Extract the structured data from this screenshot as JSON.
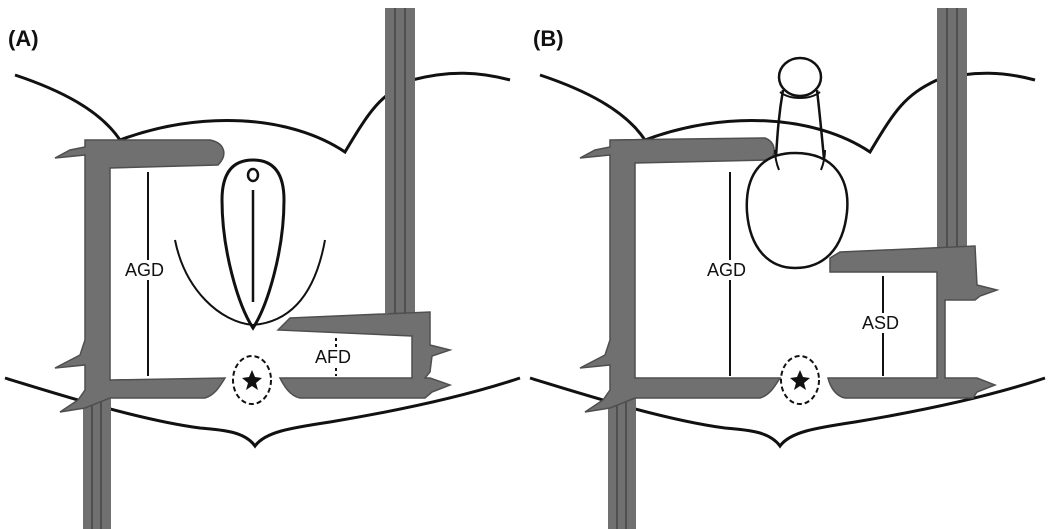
{
  "panels": [
    {
      "label": "(A)",
      "measures": [
        "AGD",
        "AFD"
      ],
      "subject": "female"
    },
    {
      "label": "(B)",
      "measures": [
        "AGD",
        "ASD"
      ],
      "subject": "male"
    }
  ],
  "colors": {
    "caliper": "#707070",
    "caliper_dark": "#4f4f4f",
    "outline": "#111111",
    "background": "#ffffff"
  },
  "icons": [
    "anus-star-icon"
  ]
}
